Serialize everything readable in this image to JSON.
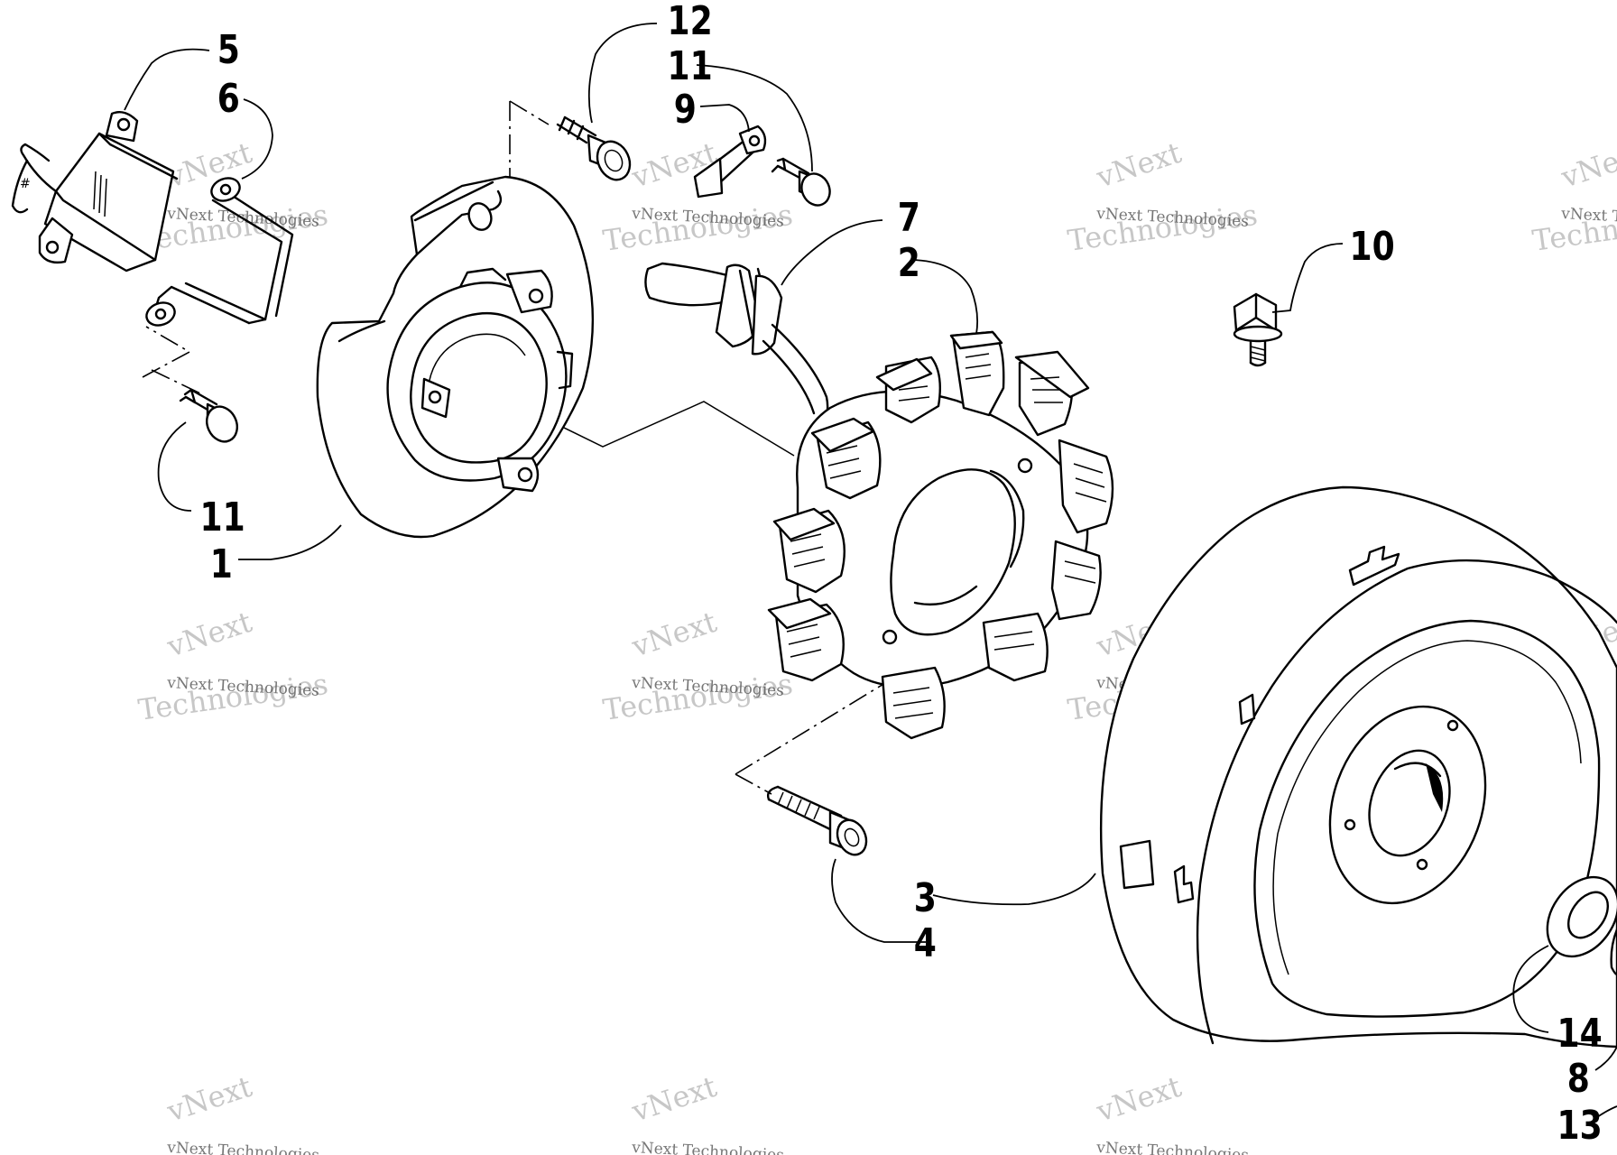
{
  "callouts": {
    "c1": "1",
    "c2": "2",
    "c3": "3",
    "c4": "4",
    "c5": "5",
    "c6": "6",
    "c7": "7",
    "c8": "8",
    "c9": "9",
    "c10": "10",
    "c11a": "11",
    "c11b": "11",
    "c12": "12",
    "c13": "13",
    "c14": "14"
  },
  "watermark": {
    "line1": "vNext",
    "line2": "Technologies",
    "line3": "vNext Technologies"
  }
}
